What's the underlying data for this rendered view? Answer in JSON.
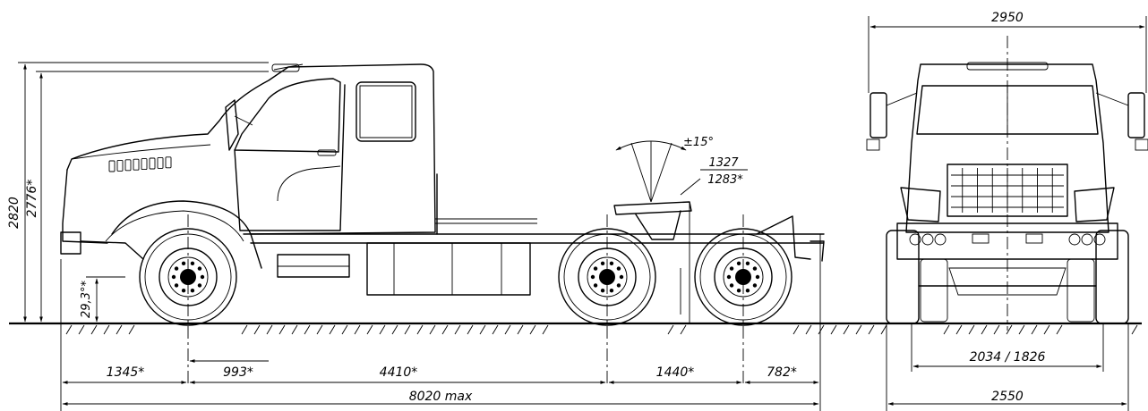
{
  "side_view": {
    "overall_height": "2820",
    "cab_height": "2776*",
    "ground_clearance": "29,3°*",
    "front_overhang": "1345*",
    "front_to_cab": "993*",
    "wheelbase": "4410*",
    "bogie_spacing": "1440*",
    "rear_overhang": "782*",
    "overall_length": "8020 max",
    "fifth_wheel_height": "1327",
    "fifth_wheel_height_laden": "1283*",
    "fifth_wheel_tilt": "±15°"
  },
  "front_view": {
    "overall_width_mirrors": "2950",
    "track_width": "2034 / 1826",
    "overall_width": "2550"
  },
  "colors": {
    "line": "#000000",
    "background": "#ffffff"
  }
}
